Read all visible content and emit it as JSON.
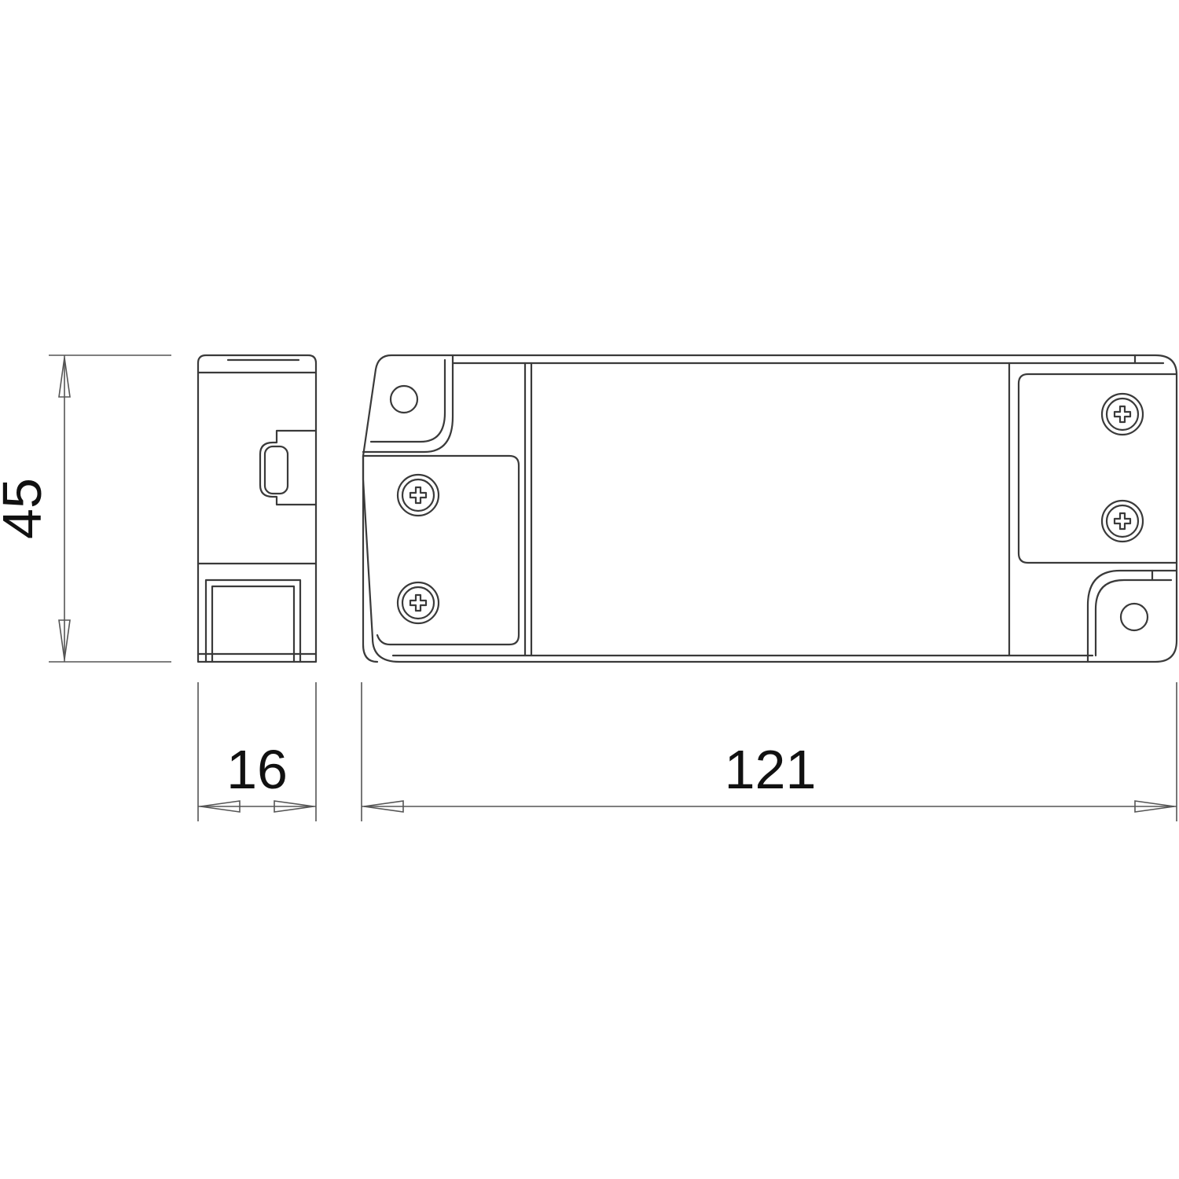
{
  "dimensions": {
    "height": "45",
    "depth": "16",
    "length": "121"
  },
  "colors": {
    "line": "#3a3a3a",
    "text": "#111111",
    "background": "#ffffff"
  }
}
